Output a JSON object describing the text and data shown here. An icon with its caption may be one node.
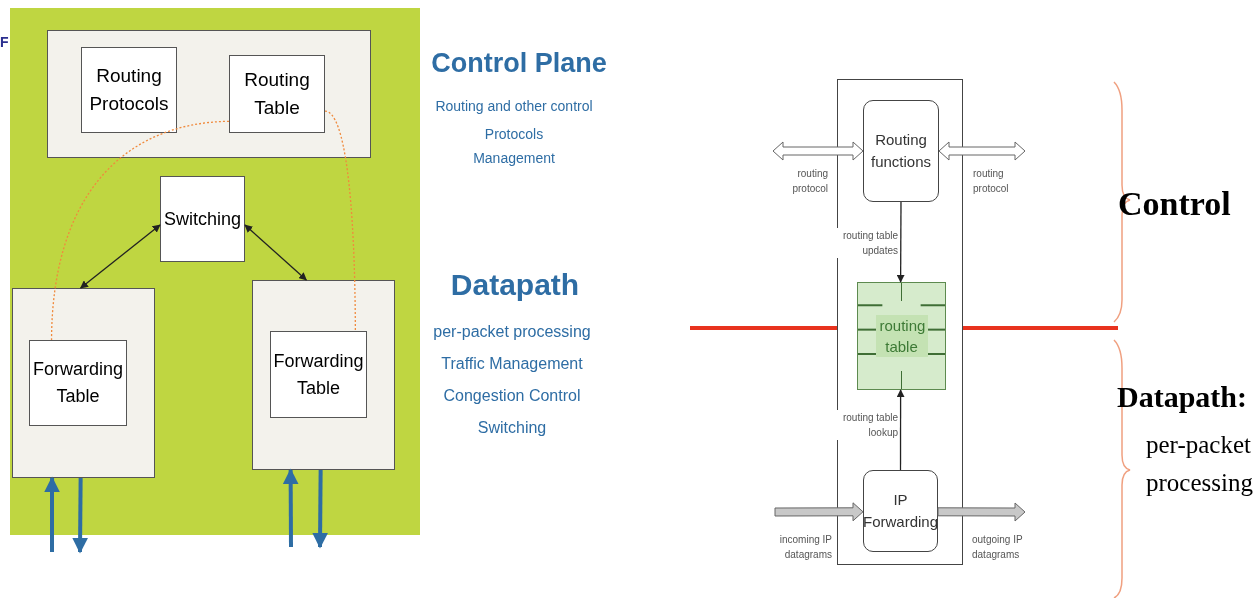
{
  "diagram": {
    "nodes": [
      {
        "text": [],
        "shape": "box"
      },
      {
        "text": [],
        "shape": "box",
        "in": 0
      },
      {
        "text": [
          "Routing Protocols"
        ],
        "in": 1
      },
      {
        "text": [
          "Routing Table"
        ],
        "in": 1
      },
      {
        "text": [
          "Switching"
        ],
        "in": 0
      },
      {
        "text": [],
        "shape": "box",
        "in": 0
      },
      {
        "text": [
          "Forwarding Table"
        ],
        "in": 5
      },
      {
        "text": [],
        "shape": "box",
        "in": 0
      },
      {
        "text": [
          "Forwarding Table"
        ],
        "in": 7
      },
      {
        "text": [],
        "shape": "box"
      },
      {
        "text": [
          "Routing functions"
        ],
        "in": 9
      },
      {
        "text": [
          "routing table"
        ],
        "in": 9
      },
      {
        "text": [
          "IP Forwarding"
        ],
        "in": 9
      }
    ],
    "edges": [
      {
        "from": 4,
        "to": 5,
        "arrow": "both"
      },
      {
        "from": 4,
        "to": 7,
        "arrow": "both"
      },
      {
        "from": 3,
        "to": 6,
        "arrow": "none",
        "style": "dashed",
        "color": "#f08a3c"
      },
      {
        "from": 3,
        "to": 8,
        "arrow": "none",
        "style": "dashed",
        "color": "#f08a3c"
      },
      {
        "from": null,
        "to": 5,
        "arrow": "to",
        "style": "thick",
        "color": "#2e6da4"
      },
      {
        "from": 5,
        "to": null,
        "arrow": "to",
        "style": "thick",
        "color": "#2e6da4"
      },
      {
        "from": null,
        "to": 7,
        "arrow": "to",
        "style": "thick",
        "color": "#2e6da4"
      },
      {
        "from": 7,
        "to": null,
        "arrow": "to",
        "style": "thick",
        "color": "#2e6da4"
      },
      {
        "from": null,
        "to": 10,
        "arrow": "both",
        "label": "routing protocol",
        "style": "thick"
      },
      {
        "from": 10,
        "to": null,
        "arrow": "both",
        "label": "routing protocol",
        "style": "thick"
      },
      {
        "from": 10,
        "to": 11,
        "arrow": "to",
        "label": "routing table updates"
      },
      {
        "from": 12,
        "to": 11,
        "arrow": "to",
        "label": "routing table lookup"
      },
      {
        "from": null,
        "to": 12,
        "arrow": "to",
        "label": "incoming IP datagrams",
        "style": "thick",
        "color": "#c8c8c8"
      },
      {
        "from": 12,
        "to": null,
        "arrow": "to",
        "label": "outgoing IP datagrams",
        "style": "thick",
        "color": "#c8c8c8"
      }
    ],
    "labels": [
      "F",
      "Control Plane",
      "Routing and other control Protocols",
      "Management",
      "Datapath",
      "per-packet processing",
      "Traffic Management",
      "Congestion Control",
      "Switching",
      "Control",
      "Datapath:",
      "per-packet processing"
    ]
  }
}
